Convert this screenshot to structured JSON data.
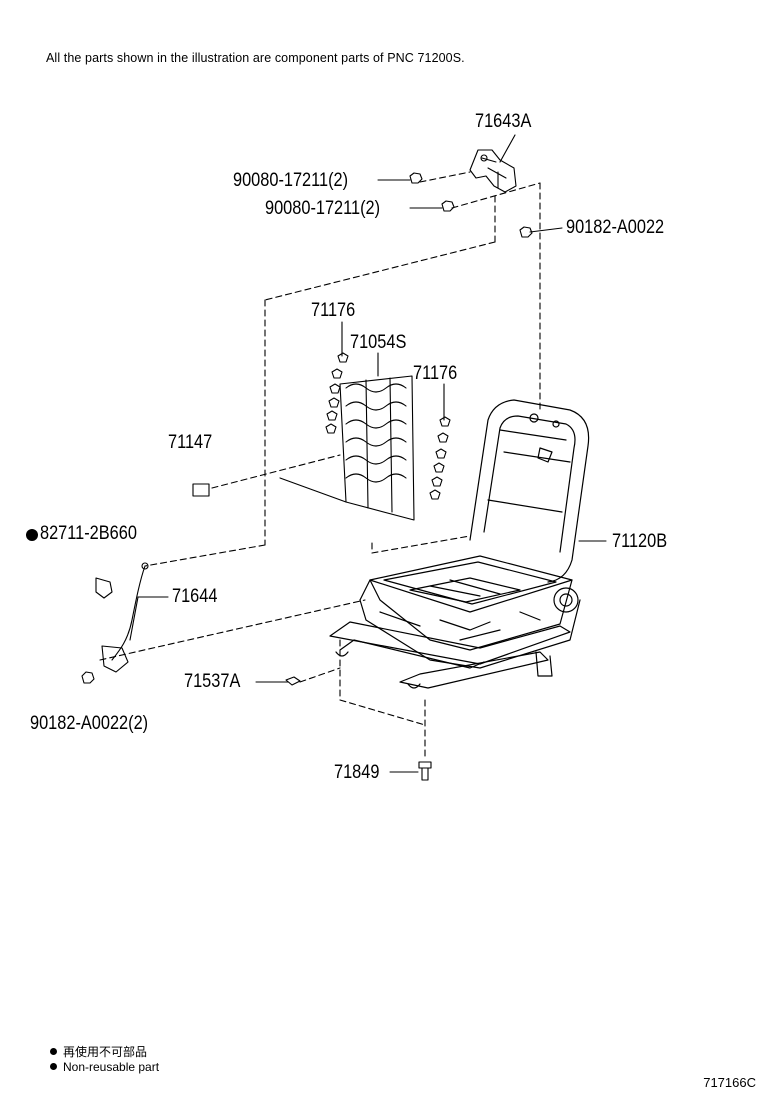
{
  "header": {
    "note": "All the parts shown in the illustration are component parts of PNC 71200S."
  },
  "labels": {
    "p71643A": "71643A",
    "p90080_a": "90080-17211(2)",
    "p90080_b": "90080-17211(2)",
    "p90182_top": "90182-A0022",
    "p71176_a": "71176",
    "p71054S": "71054S",
    "p71176_b": "71176",
    "p71147": "71147",
    "p82711": "82711-2B660",
    "p71120B": "71120B",
    "p71644": "71644",
    "p71537A": "71537A",
    "p90182_bot": "90182-A0022(2)",
    "p71849": "71849"
  },
  "legend": {
    "jp": "再使用不可部品",
    "en": "Non-reusable part"
  },
  "footer": {
    "code": "717166C"
  }
}
